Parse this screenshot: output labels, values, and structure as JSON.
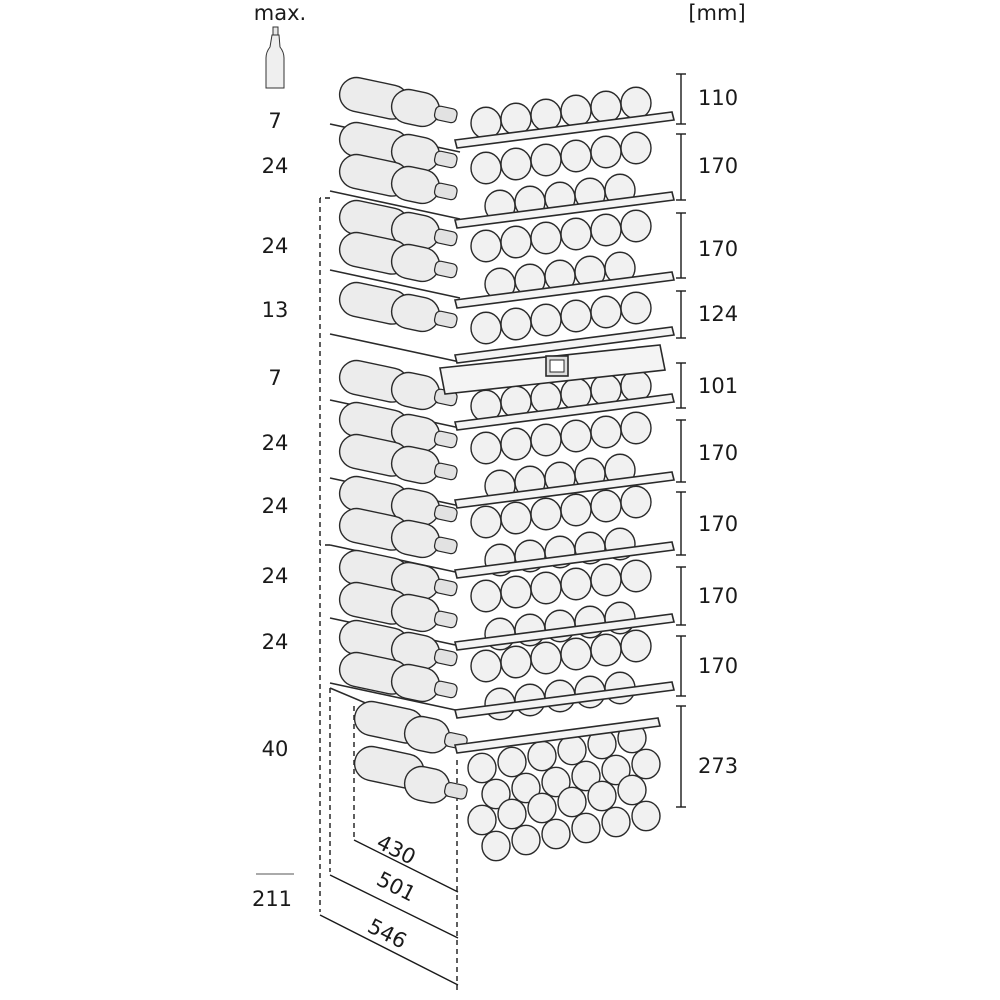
{
  "header": {
    "max_label": "max.",
    "unit_label": "[mm]"
  },
  "icons": {
    "bottle": "wine-bottle-icon"
  },
  "rows": [
    {
      "bottles": "7",
      "height": "110"
    },
    {
      "bottles": "24",
      "height": "170"
    },
    {
      "bottles": "24",
      "height": "170"
    },
    {
      "bottles": "13",
      "height": "124"
    },
    {
      "bottles": "7",
      "height": "101"
    },
    {
      "bottles": "24",
      "height": "170"
    },
    {
      "bottles": "24",
      "height": "170"
    },
    {
      "bottles": "24",
      "height": "170"
    },
    {
      "bottles": "24",
      "height": "170"
    },
    {
      "bottles": "40",
      "height": "273"
    }
  ],
  "total": "211",
  "depths": [
    "430",
    "501",
    "546"
  ]
}
